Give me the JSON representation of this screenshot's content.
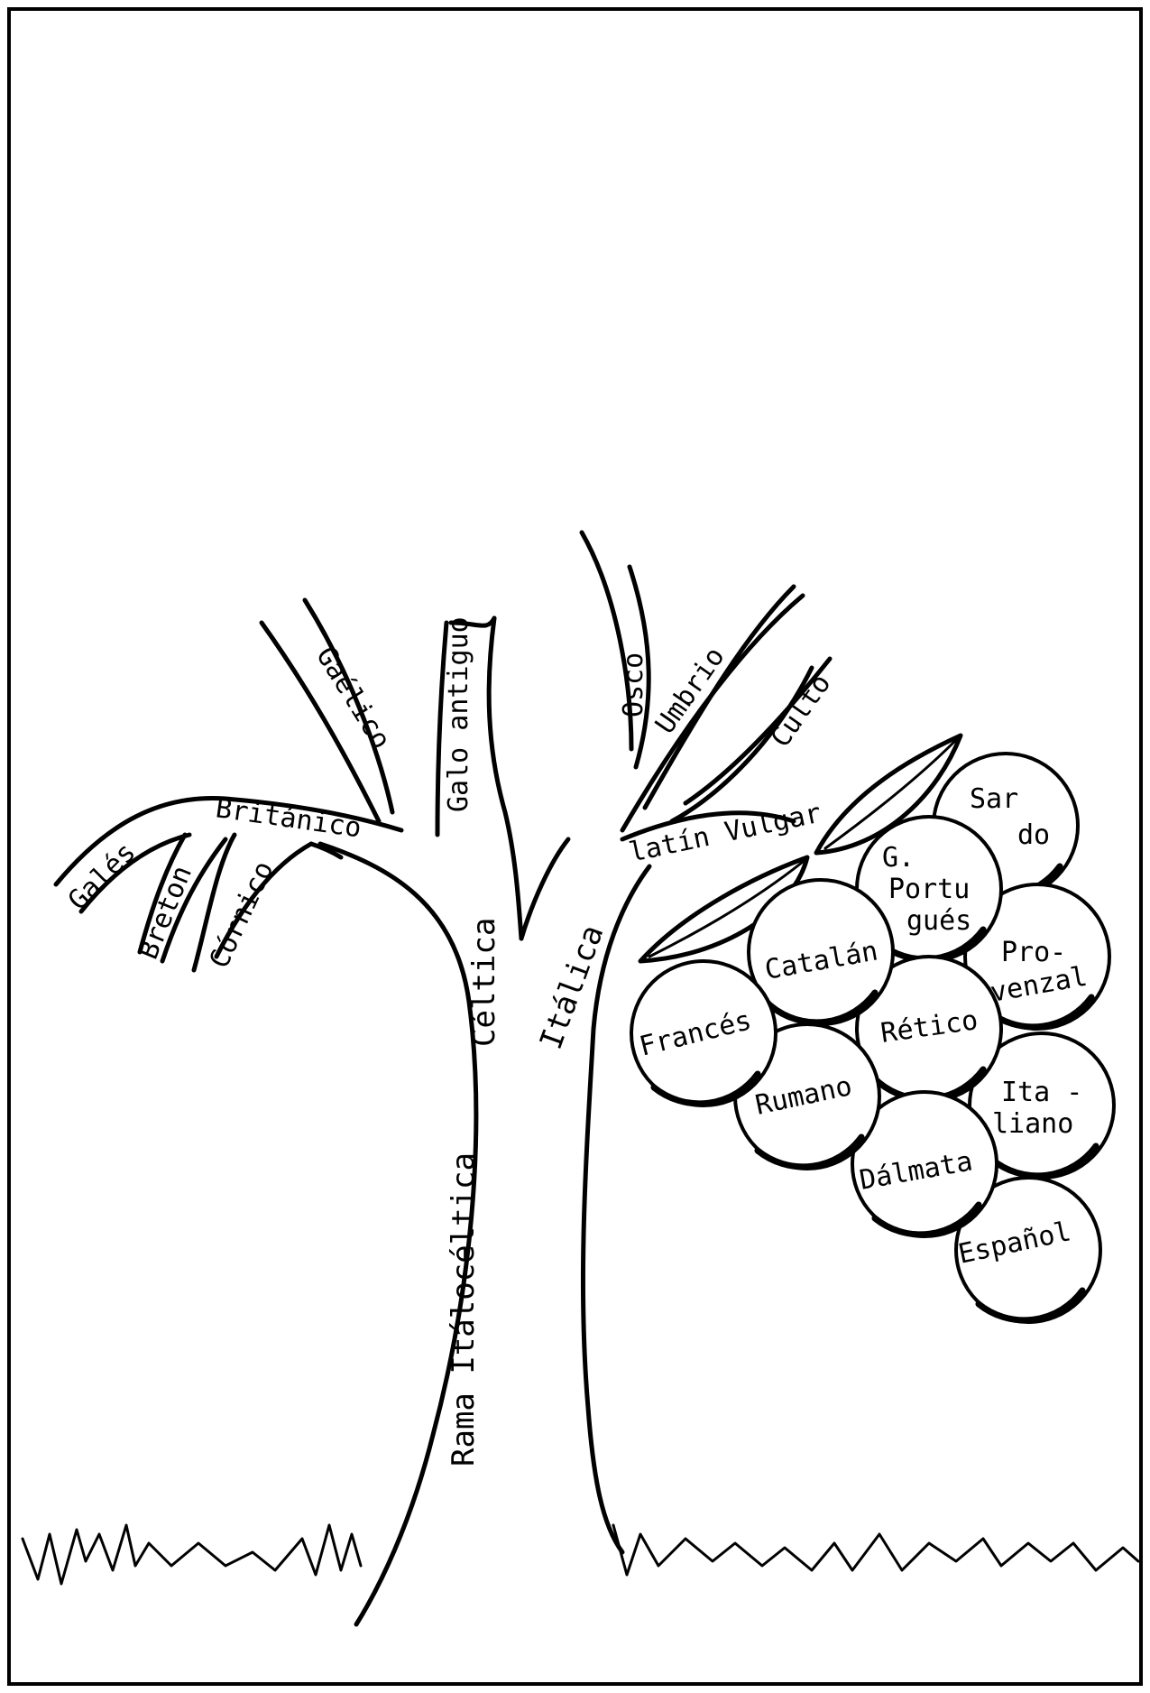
{
  "tree": {
    "trunk": "Rama Itálocéltica",
    "branches": {
      "celtica": "Céltica",
      "italica": "Itálica"
    },
    "celtic_limbs": {
      "britanico": "Británico",
      "gaelico": "Gaélico",
      "galo_antiguo": "Galo antiguo",
      "gales": "Galés",
      "breton": "Breton",
      "cornico": "Córnico"
    },
    "italic_limbs": {
      "osco": "Osco",
      "umbrio": "Umbrio",
      "culto": "Culto",
      "latin_vulgar": "latín Vulgar"
    }
  },
  "grapes": [
    {
      "id": "sardo",
      "lines": [
        "Sar",
        "do"
      ]
    },
    {
      "id": "portugues",
      "lines": [
        "G.",
        "Portu",
        "gués"
      ]
    },
    {
      "id": "catalan",
      "lines": [
        "Catalán"
      ]
    },
    {
      "id": "provenzal",
      "lines": [
        "Pro-",
        "venzal"
      ]
    },
    {
      "id": "frances",
      "lines": [
        "Francés"
      ]
    },
    {
      "id": "retico",
      "lines": [
        "Rético"
      ]
    },
    {
      "id": "rumano",
      "lines": [
        "Rumano"
      ]
    },
    {
      "id": "italiano",
      "lines": [
        "Ita -",
        "liano"
      ]
    },
    {
      "id": "dalmata",
      "lines": [
        "Dálmata"
      ]
    },
    {
      "id": "espanol",
      "lines": [
        "Español"
      ]
    }
  ]
}
